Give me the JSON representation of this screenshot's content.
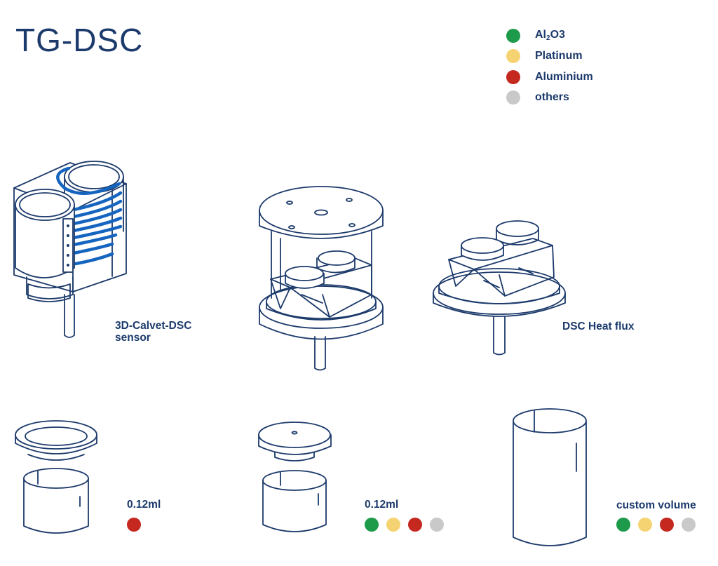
{
  "title": "TG-DSC",
  "legend": [
    {
      "label_main": "Al",
      "label_sub": "2",
      "label_rest": "O3",
      "color": "#1d9a4a",
      "icon": "green-dot"
    },
    {
      "label_main": "Platinum",
      "label_sub": "",
      "label_rest": "",
      "color": "#f6d372",
      "icon": "yellow-dot"
    },
    {
      "label_main": "Aluminium",
      "label_sub": "",
      "label_rest": "",
      "color": "#c4281f",
      "icon": "red-dot"
    },
    {
      "label_main": "others",
      "label_sub": "",
      "label_rest": "",
      "color": "#c9c9c9",
      "icon": "gray-dot"
    }
  ],
  "sensors": {
    "calvet": {
      "line1": "3D-Calvet-DSC",
      "line2": "sensor"
    },
    "heatflux": {
      "label": "DSC Heat flux"
    }
  },
  "crucibles": [
    {
      "volume": "0.12ml",
      "materials": [
        "Aluminium"
      ]
    },
    {
      "volume": "0.12ml",
      "materials": [
        "Al2O3",
        "Platinum",
        "Aluminium",
        "others"
      ]
    },
    {
      "volume": "custom volume",
      "materials": [
        "Al2O3",
        "Platinum",
        "Aluminium",
        "others"
      ]
    }
  ],
  "colors": {
    "line": "#1c3a6b",
    "accent": "#1565c0",
    "Al2O3": "#1d9a4a",
    "Platinum": "#f6d372",
    "Aluminium": "#c4281f",
    "others": "#c9c9c9"
  }
}
